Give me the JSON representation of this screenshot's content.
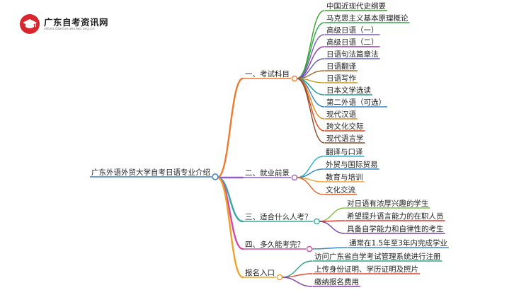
{
  "site": {
    "name": "广东自考资讯网",
    "url": "zikao.danluxuexiao.org.cn"
  },
  "root": "广东外语外贸大学自考日语专业介绍",
  "branches": [
    {
      "label": "一、考试科目",
      "color": "#ee7a2f",
      "children": [
        {
          "label": "中国近现代史纲要",
          "color": "#3aa12c"
        },
        {
          "label": "马克思主义基本原理概论",
          "color": "#2fa64b"
        },
        {
          "label": "高级日语（一）",
          "color": "#7b5cb8"
        },
        {
          "label": "高级日语（二）",
          "color": "#8e3fa7"
        },
        {
          "label": "日语句法篇章法",
          "color": "#5b5eb5"
        },
        {
          "label": "日语翻译",
          "color": "#9a6b2a"
        },
        {
          "label": "日语写作",
          "color": "#c39a18"
        },
        {
          "label": "日本文学选读",
          "color": "#1f9a8a"
        },
        {
          "label": "第二外语（可选）",
          "color": "#2f86c8"
        },
        {
          "label": "现代汉语",
          "color": "#e08a1e"
        },
        {
          "label": "跨文化交际",
          "color": "#d4471a"
        },
        {
          "label": "现代语言学",
          "color": "#8c4a2b"
        }
      ]
    },
    {
      "label": "二、就业前景",
      "color": "#8f5fc1",
      "children": [
        {
          "label": "翻译与口译",
          "color": "#2bb5c9"
        },
        {
          "label": "外贸与国际贸易",
          "color": "#2f86c8"
        },
        {
          "label": "教育与培训",
          "color": "#f0a12a"
        },
        {
          "label": "文化交流",
          "color": "#e05a1e"
        }
      ]
    },
    {
      "label": "三、适合什么人考？",
      "color": "#38a8a0",
      "children": [
        {
          "label": "对日语有浓厚兴趣的学生",
          "color": "#7cc242"
        },
        {
          "label": "希望提升语言能力的在职人员",
          "color": "#e03a2f"
        },
        {
          "label": "具备自学能力和自律性的考生",
          "color": "#7b3fa7"
        }
      ]
    },
    {
      "label": "四、多久能考完？",
      "color": "#d24aa8",
      "children": [
        {
          "label": "通常在1.5年至3年内完成学业",
          "color": "#3a88c8"
        }
      ]
    },
    {
      "label": "报名入口",
      "color": "#f0a12a",
      "children": [
        {
          "label": "访问广东省自学考试管理系统进行注册",
          "color": "#2ea67f"
        },
        {
          "label": "上传身份证明、学历证明及照片",
          "color": "#e0452f"
        },
        {
          "label": "缴纳报名费用",
          "color": "#8e3fa7"
        }
      ]
    }
  ]
}
